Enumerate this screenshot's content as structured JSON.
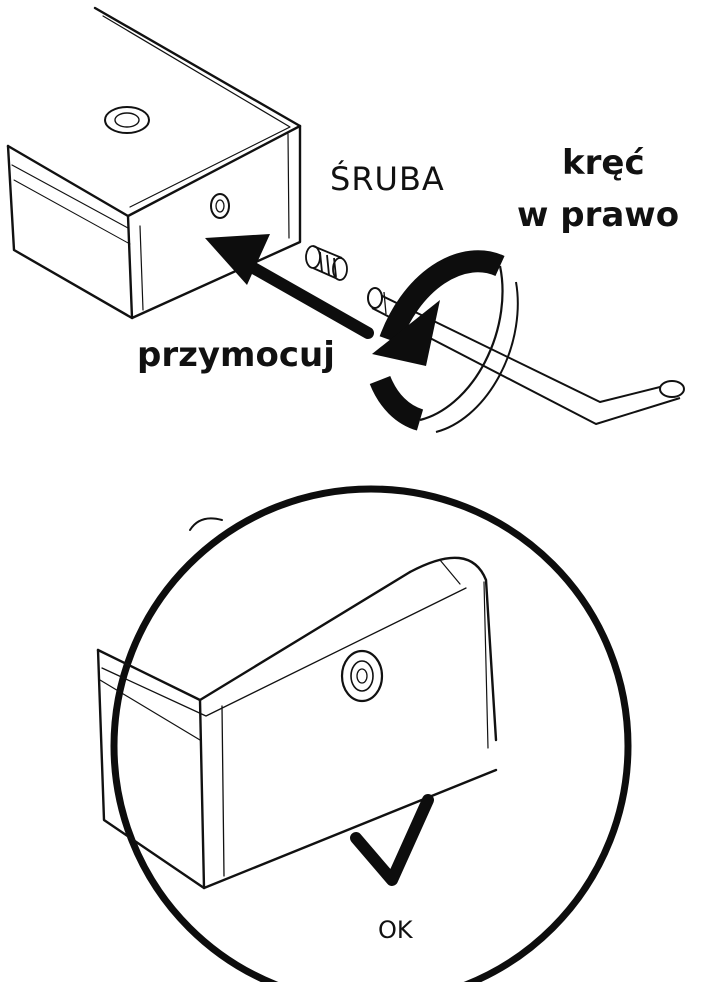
{
  "labels": {
    "screw": "ŚRUBA",
    "turn_line1": "kręć",
    "turn_line2": "w prawo",
    "attach": "przymocuj",
    "ok": "OK"
  },
  "colors": {
    "ink": "#111111",
    "arrow": "#0d0d0d",
    "background": "#ffffff"
  },
  "icons": {
    "rotation": "clockwise-rotation-arrow",
    "direction": "insert-arrow",
    "confirm": "check-mark"
  }
}
